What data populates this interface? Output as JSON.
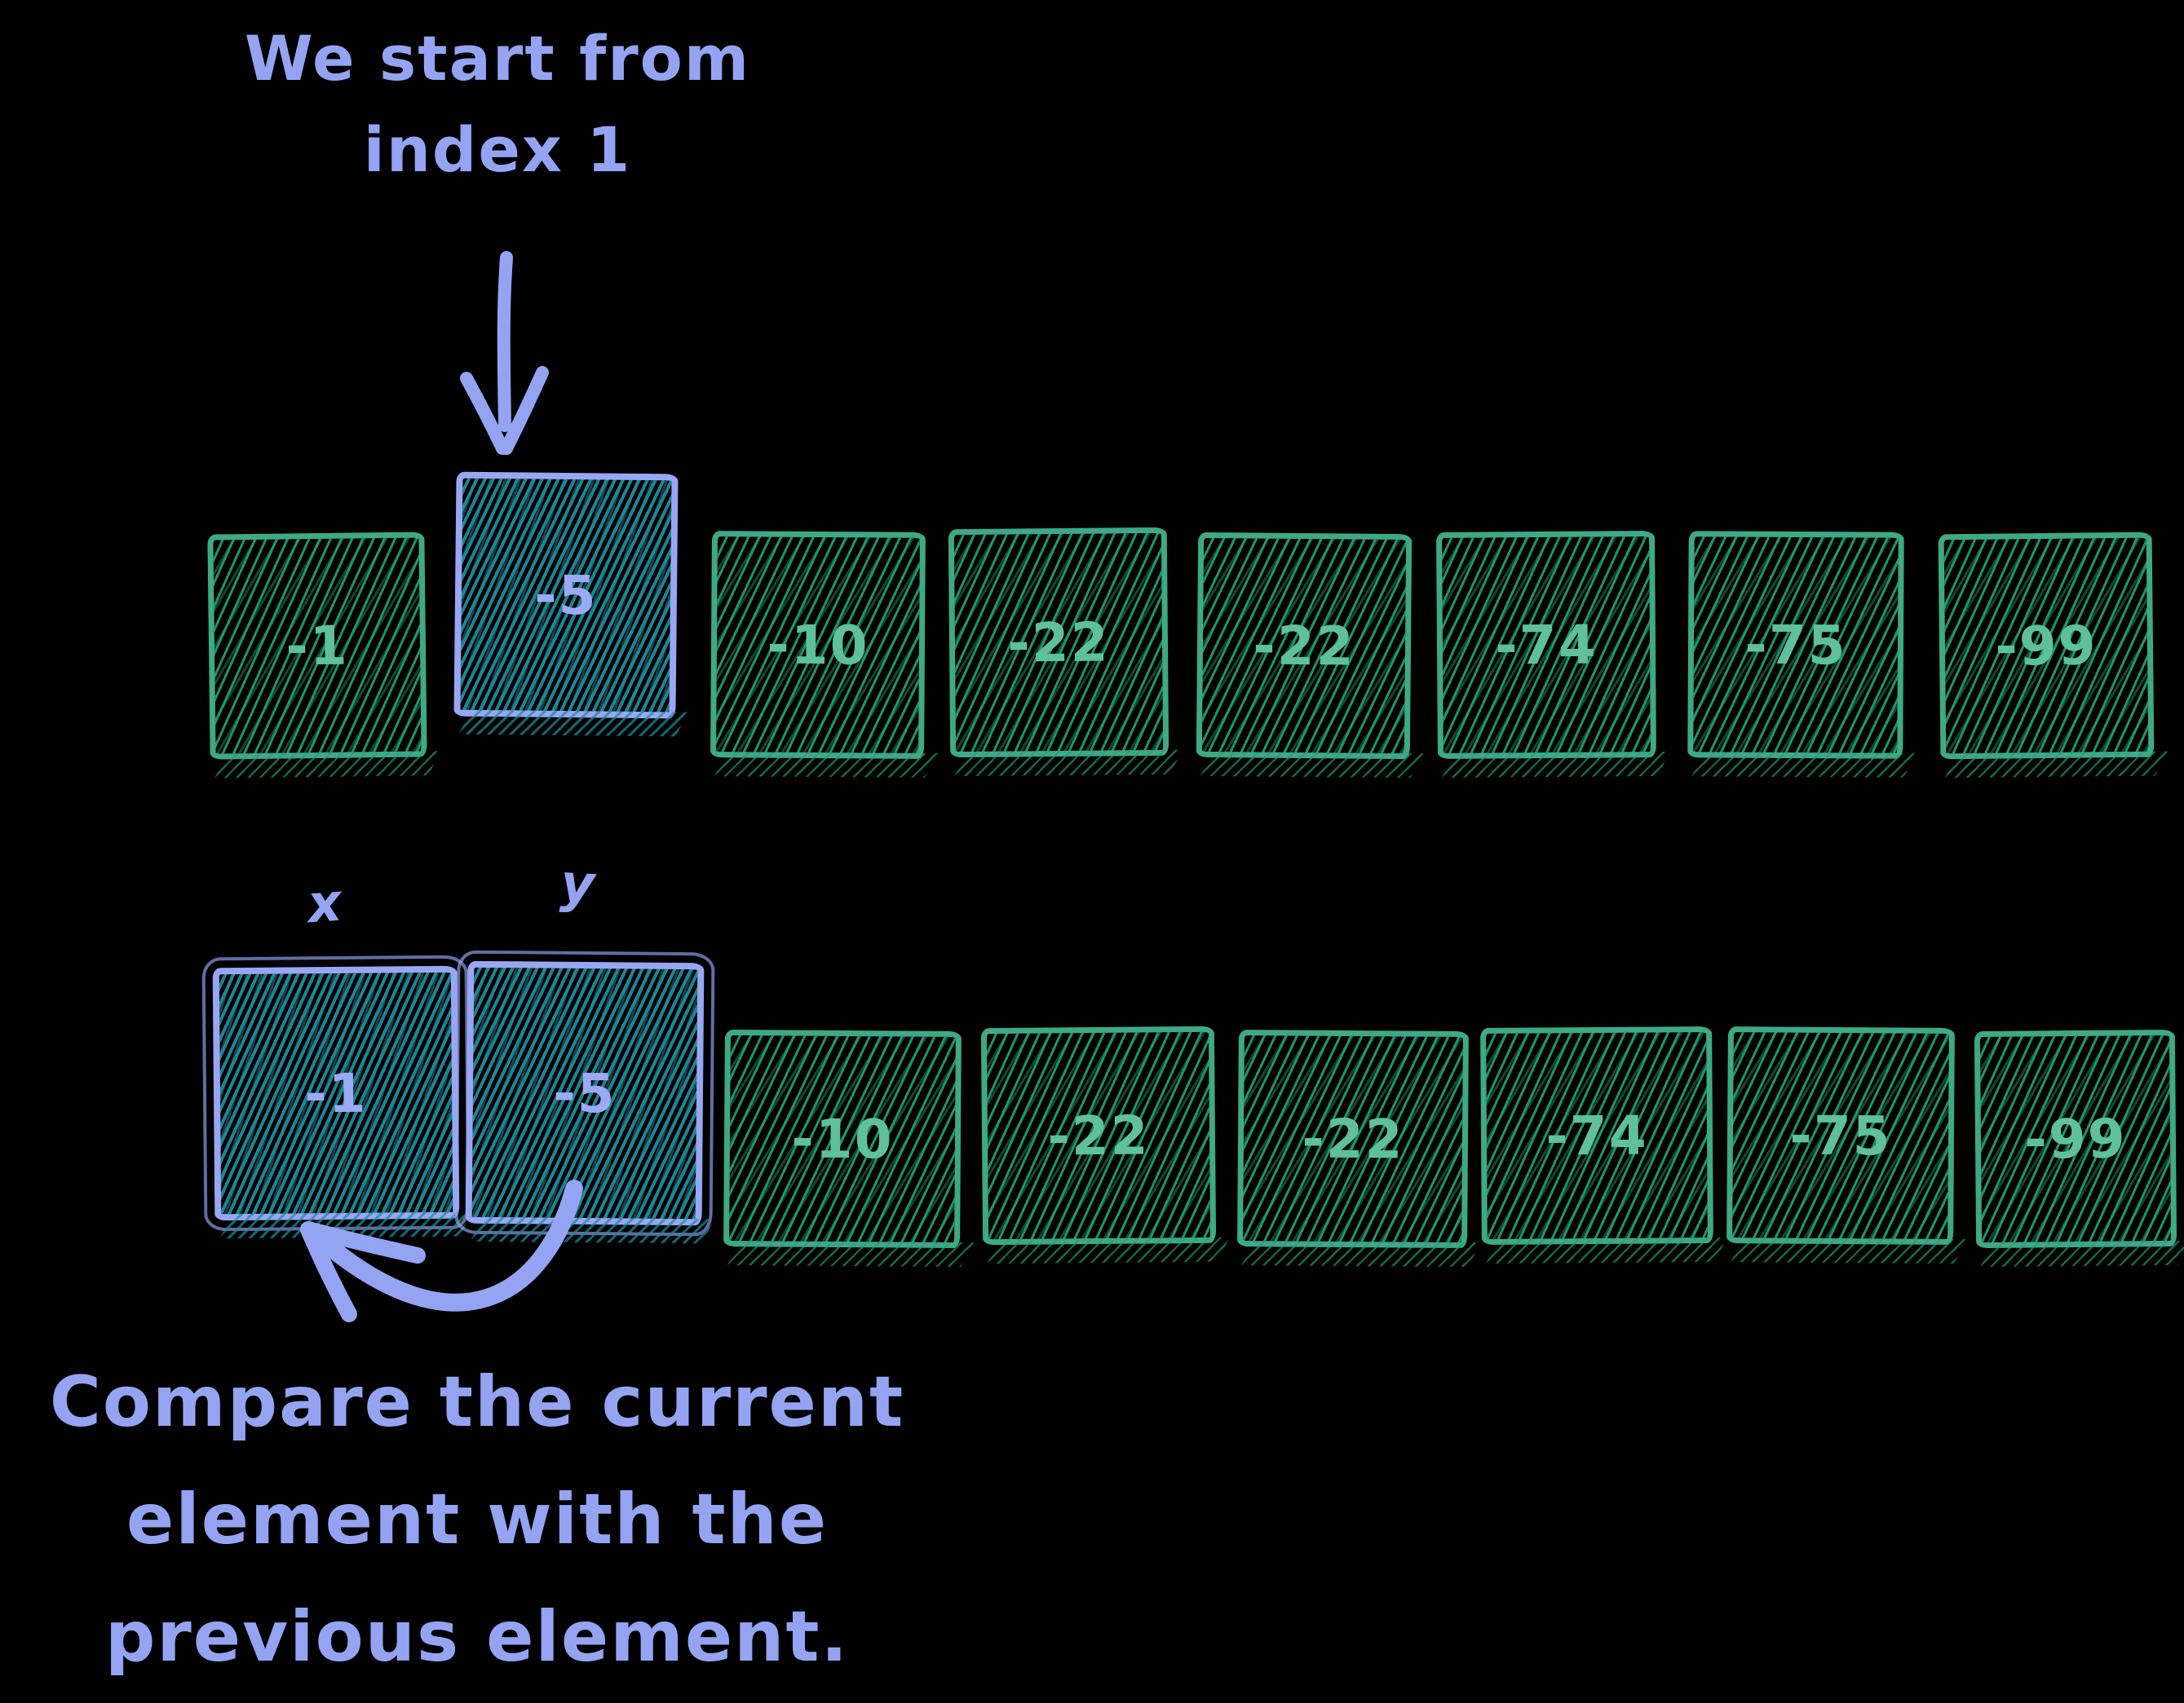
{
  "diagram": {
    "top_annotation": {
      "line1": "We start from",
      "line2": "index 1"
    },
    "pointer_labels": {
      "x": "x",
      "y": "y"
    },
    "bottom_annotation": {
      "line1": "Compare the current",
      "line2": "element with the",
      "line3": "previous element."
    },
    "rows": [
      {
        "boxes": [
          {
            "value": "-1"
          },
          {
            "value": "-5"
          },
          {
            "value": "-10"
          },
          {
            "value": "-22"
          },
          {
            "value": "-22"
          },
          {
            "value": "-74"
          },
          {
            "value": "-75"
          },
          {
            "value": "-99"
          }
        ]
      },
      {
        "boxes": [
          {
            "value": "-1"
          },
          {
            "value": "-5"
          },
          {
            "value": "-10"
          },
          {
            "value": "-22"
          },
          {
            "value": "-22"
          },
          {
            "value": "-74"
          },
          {
            "value": "-75"
          },
          {
            "value": "-99"
          }
        ]
      }
    ],
    "colors": {
      "background": "#000000",
      "accent_purple": "#94a4f2",
      "green_stroke": "#3fa987",
      "green_hatch": "#229e76",
      "teal_hatch": "#208b9a"
    }
  }
}
